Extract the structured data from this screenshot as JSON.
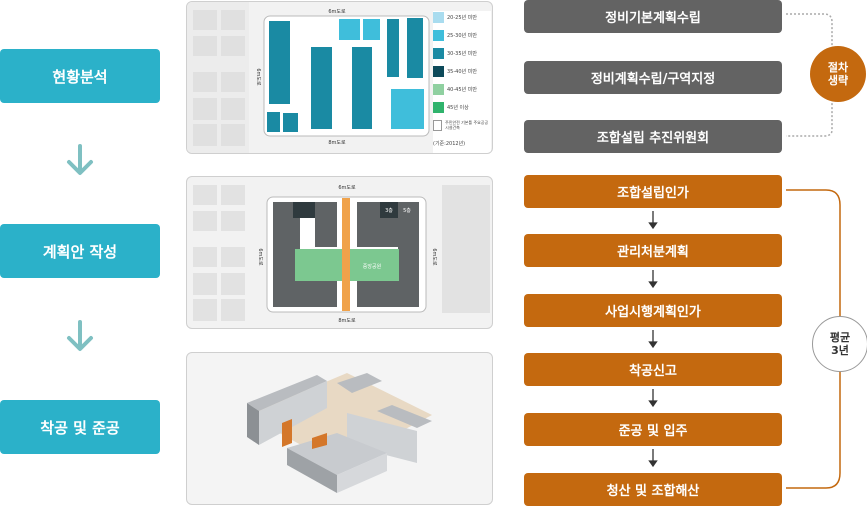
{
  "stages": [
    {
      "label": "현황분석"
    },
    {
      "label": "계획안 작성"
    },
    {
      "label": "착공 및 준공"
    }
  ],
  "colors": {
    "stage": "#2bb1c9",
    "arrow": "#7fc0c2",
    "gray_step": "#636363",
    "orange_step": "#c4690f"
  },
  "map1": {
    "road_top": "6m도로",
    "road_left": "6m도로",
    "road_bottom": "8m도로",
    "legend": [
      {
        "label": "20-25년 미만",
        "color": "#a9dcef"
      },
      {
        "label": "25-30년 미만",
        "color": "#3fbedb"
      },
      {
        "label": "30-35년 미만",
        "color": "#1a8aa3"
      },
      {
        "label": "35-40년 미만",
        "color": "#0d4a5a"
      },
      {
        "label": "40-45년 미만",
        "color": "#8fd0a0"
      },
      {
        "label": "45년 이상",
        "color": "#2fb36c"
      },
      {
        "label": "주민안전 기본틀 주요공공시설건축",
        "color": "#ffffff"
      }
    ],
    "note": "(기준:2012년)"
  },
  "map2": {
    "road_top": "6m도로",
    "road_left": "6m도로",
    "road_right": "6m도로",
    "road_bottom": "8m도로",
    "floor_a": "3층",
    "floor_b": "5층",
    "green_label": "중앙공원"
  },
  "steps_skipped": [
    {
      "label": "정비기본계획수립"
    },
    {
      "label": "정비계획수립/구역지정"
    },
    {
      "label": "조합설립 추진위원회"
    }
  ],
  "skip_badge": {
    "line1": "절차",
    "line2": "생략"
  },
  "steps": [
    {
      "label": "조합설립인가"
    },
    {
      "label": "관리처분계획"
    },
    {
      "label": "사업시행계획인가"
    },
    {
      "label": "착공신고"
    },
    {
      "label": "준공 및 입주"
    },
    {
      "label": "청산 및 조합해산"
    }
  ],
  "duration_badge": {
    "line1": "평균",
    "line2": "3년"
  }
}
